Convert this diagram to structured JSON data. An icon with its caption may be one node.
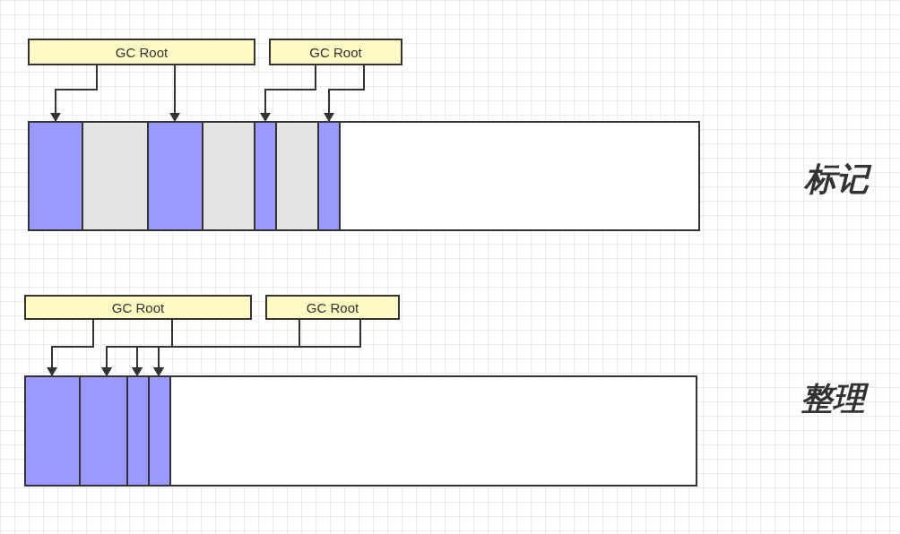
{
  "diagram": {
    "nodes": [
      {
        "text": [
          "GC Root"
        ]
      },
      {
        "text": [
          "GC Root"
        ]
      },
      {
        "text": [],
        "shape": "bar"
      },
      {
        "text": [],
        "shape": "box",
        "in": 2
      },
      {
        "text": [],
        "shape": "box",
        "in": 2
      },
      {
        "text": [],
        "shape": "box",
        "in": 2
      },
      {
        "text": [],
        "shape": "box",
        "in": 2
      },
      {
        "text": [],
        "shape": "box",
        "in": 2
      },
      {
        "text": [],
        "shape": "box",
        "in": 2
      },
      {
        "text": [],
        "shape": "box",
        "in": 2
      },
      {
        "text": [
          "GC Root"
        ]
      },
      {
        "text": [
          "GC Root"
        ]
      },
      {
        "text": [],
        "shape": "bar"
      },
      {
        "text": [],
        "shape": "box",
        "in": 12
      },
      {
        "text": [],
        "shape": "box",
        "in": 12
      },
      {
        "text": [],
        "shape": "box",
        "in": 12
      },
      {
        "text": [],
        "shape": "box",
        "in": 12
      }
    ],
    "edges": [
      {
        "from": 0,
        "to": 3,
        "arrow": "to"
      },
      {
        "from": 0,
        "to": 5,
        "arrow": "to"
      },
      {
        "from": 1,
        "to": 7,
        "arrow": "to"
      },
      {
        "from": 1,
        "to": 9,
        "arrow": "to"
      },
      {
        "from": 10,
        "to": 13,
        "arrow": "to"
      },
      {
        "from": 10,
        "to": 14,
        "arrow": "to"
      },
      {
        "from": 10,
        "to": 15,
        "arrow": "to"
      },
      {
        "from": 10,
        "to": 16,
        "arrow": "to"
      },
      {
        "from": 11,
        "to": 14,
        "arrow": "to"
      },
      {
        "from": 11,
        "to": 15,
        "arrow": "to"
      },
      {
        "from": 11,
        "to": 16,
        "arrow": "to"
      }
    ],
    "labels": [
      "标记",
      "整理"
    ]
  }
}
